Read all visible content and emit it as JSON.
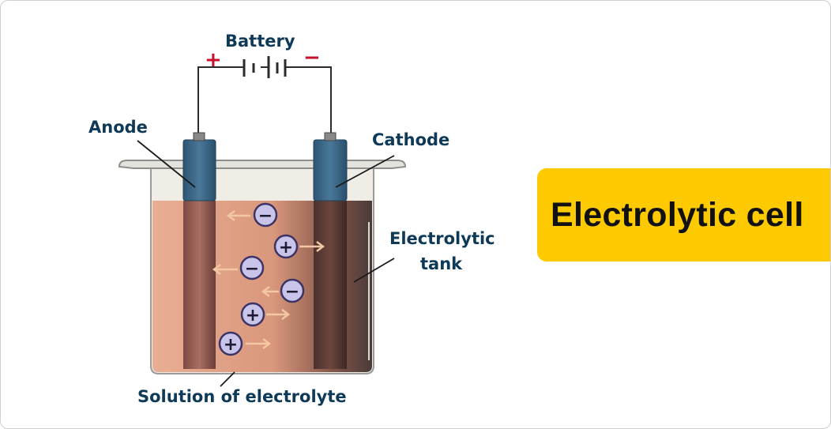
{
  "title": "Electrolytic cell",
  "diagram": {
    "labels": {
      "battery": "Battery",
      "plus": "+",
      "minus": "−",
      "anode": "Anode",
      "cathode": "Cathode",
      "tank_line1": "Electrolytic",
      "tank_line2": "tank",
      "solution": "Solution of electrolyte"
    },
    "ions": [
      {
        "sign": "−"
      },
      {
        "sign": "+"
      },
      {
        "sign": "−"
      },
      {
        "sign": "−"
      },
      {
        "sign": "+"
      },
      {
        "sign": "+"
      }
    ]
  },
  "colors": {
    "badge": "#fdca00",
    "label_text": "#0e3a57",
    "solution": "#e6a98d",
    "electrode_top": "#3e6a88",
    "plus_sign": "#c8102e"
  }
}
